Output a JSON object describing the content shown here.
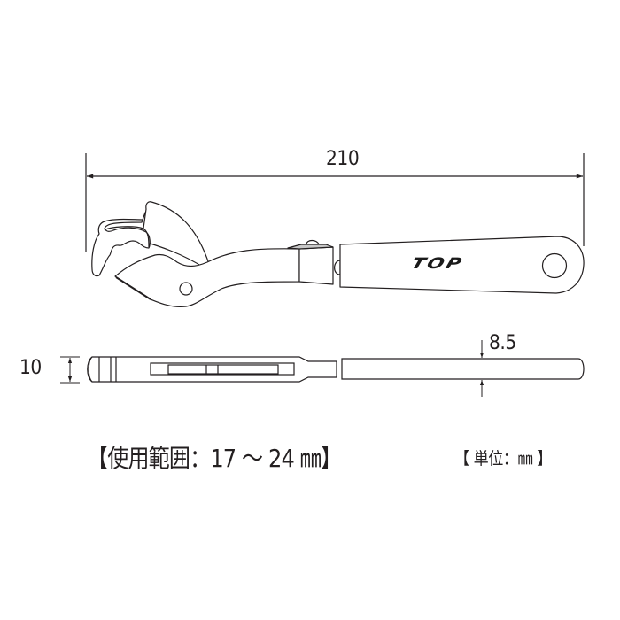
{
  "product": {
    "brand": "TOP",
    "type": "one-hand adjustable wrench (technical drawing)"
  },
  "dimensions": {
    "overall_length": "210",
    "head_thickness": "10",
    "handle_thickness": "8.5"
  },
  "captions": {
    "usage_range": "【使用範囲：17 ～ 24 ㎜】",
    "unit": "【 単位：㎜ 】"
  },
  "colors": {
    "line": "#231f20",
    "background": "#ffffff"
  }
}
